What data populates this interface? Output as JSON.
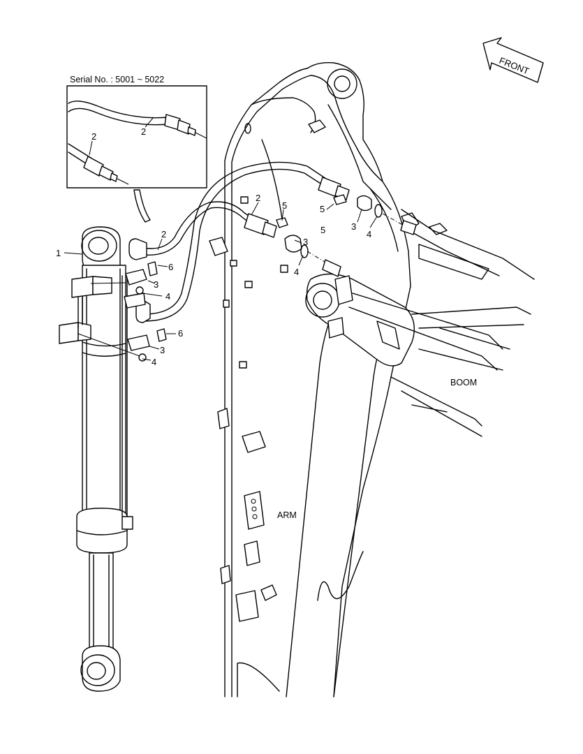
{
  "inset": {
    "serial": "Serial No. : 5001 ~ 5022",
    "labels": [
      "2",
      "2"
    ]
  },
  "front_label": "FRONT",
  "part_labels": {
    "cylinder": "1",
    "hose_main": "2",
    "hose_lower": "2",
    "bolt_upper": "6",
    "flange_upper": "3",
    "oring_upper": "4",
    "bolt_lower": "6",
    "flange_lower": "3",
    "oring_lower": "4",
    "bolt_boom_a": "5",
    "flange_boom_a": "3",
    "oring_boom_a": "4",
    "bolt_boom_b": "5",
    "bolt_boom_b2": "5",
    "flange_boom_b": "3",
    "oring_boom_b": "4"
  },
  "section_labels": {
    "boom": "BOOM",
    "arm": "ARM"
  }
}
